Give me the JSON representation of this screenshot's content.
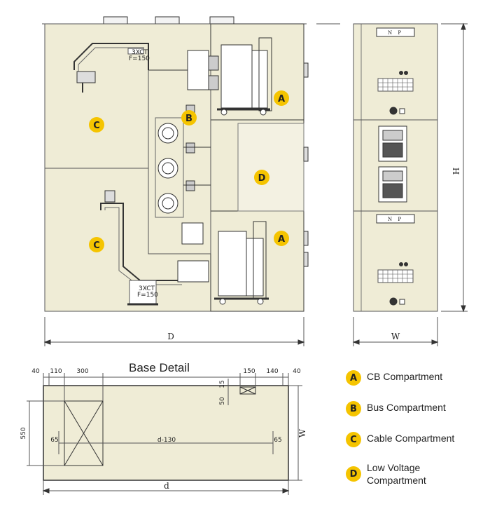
{
  "front_view": {
    "dimension_labels": {
      "depth": "D"
    },
    "ct_label_top": "3XCT",
    "ct_ratio_top": "F=150",
    "ct_label_bottom": "3XCT",
    "ct_ratio_bottom": "F=150",
    "compartment_markers": [
      {
        "letter": "A",
        "name": "cb-top"
      },
      {
        "letter": "B",
        "name": "bus"
      },
      {
        "letter": "C",
        "name": "cable-top"
      },
      {
        "letter": "D",
        "name": "low-voltage"
      },
      {
        "letter": "A",
        "name": "cb-bottom"
      },
      {
        "letter": "C",
        "name": "cable-bottom"
      }
    ]
  },
  "side_view": {
    "dimension_labels": {
      "width": "W",
      "height": "H"
    },
    "nameplate_top": "N P",
    "nameplate_bottom": "N P"
  },
  "base_detail": {
    "title": "Base Detail",
    "top_dims": [
      "40",
      "110",
      "300",
      "150",
      "140",
      "40"
    ],
    "left_dim": "550",
    "inner_dims": [
      "65",
      "d-130",
      "65"
    ],
    "small_dims": [
      "15",
      "50"
    ],
    "right_dim": "W",
    "bottom_dim": "d",
    "colors": {
      "base_fill": "#efecd6"
    }
  },
  "legend": {
    "items": [
      {
        "letter": "A",
        "label": "CB Compartment"
      },
      {
        "letter": "B",
        "label": "Bus Compartment"
      },
      {
        "letter": "C",
        "label": "Cable Compartment"
      },
      {
        "letter": "D",
        "label_line1": "Low Voltage",
        "label_line2": "Compartment"
      }
    ]
  },
  "colors": {
    "badge": "#f5c400",
    "panel": "#efecd6",
    "line": "#333333"
  }
}
